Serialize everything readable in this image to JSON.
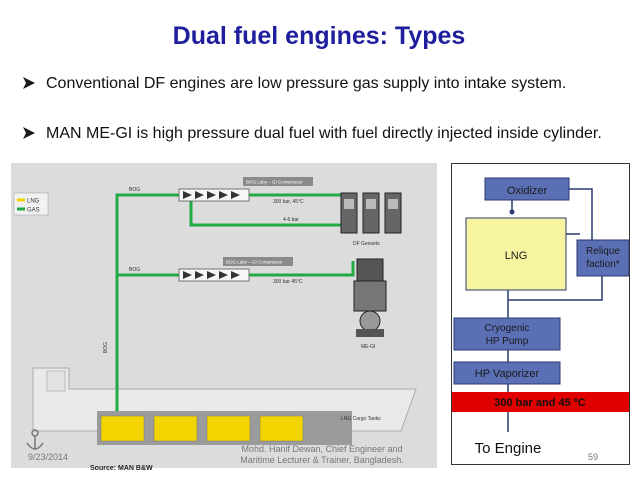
{
  "slide": {
    "title": "Dual fuel engines: Types",
    "bullets": [
      "Conventional DF engines are low pressure gas supply into intake system.",
      "MAN ME-GI is high pressure dual fuel with fuel directly injected inside cylinder."
    ]
  },
  "diagram": {
    "legend": [
      "LNG",
      "GAS"
    ],
    "labels": {
      "compressor_top": "BOG Laby – GI Compressor",
      "compressor_bottom": "BOG Laby – GI Compressor",
      "bog_1": "BOG",
      "bog_2": "BOG",
      "bog_3": "BOG",
      "pressure_top": "300 bar, 45°C",
      "pressure_mid": "4-6 bar",
      "pressure_bottom": "300 bar 45°C",
      "df_gensets": "DF Gensets",
      "megi": "ME-GI",
      "tanks": "LNG Cargo Tanks"
    },
    "source": "Source: MAN B&W"
  },
  "flowchart": {
    "oxidizer": "Oxidizer",
    "lng": "LNG",
    "relique_1": "Relique",
    "relique_2": "faction*",
    "pump_1": "Cryogenic",
    "pump_2": "HP Pump",
    "vaporizer": "HP Vaporizer",
    "pressure": "300 bar and 45 ºC",
    "engine": "To Engine"
  },
  "footer": {
    "date": "9/23/2014",
    "author_1": "Mohd. Hanif Dewan, Chief Engineer and",
    "author_2": "Maritime Lecturer & Trainer, Bangladesh.",
    "page": "59"
  },
  "colors": {
    "title": "#1f1f9e",
    "gas_line": "#22aa44",
    "lng_tank": "#f2d400",
    "pressure_bar": "#e00000",
    "box_blue": "#5b6fb5",
    "box_lng": "#f6f4a0"
  }
}
